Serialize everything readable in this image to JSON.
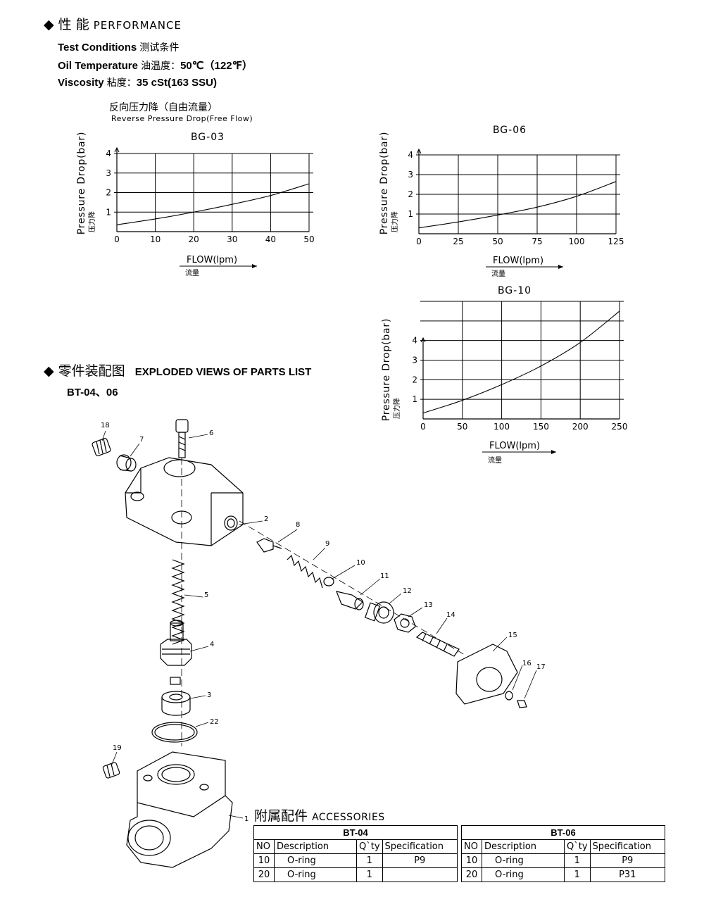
{
  "performance": {
    "title_cn": "性  能",
    "title_en": "PERFORMANCE",
    "test_conditions_en": "Test Conditions",
    "test_conditions_cn": "测试条件",
    "oil_temp_en": "Oil Temperature",
    "oil_temp_cn": "油温度：",
    "oil_temp_value": "50℃（122℉）",
    "viscosity_en": "Viscosity",
    "viscosity_cn": "粘度：",
    "viscosity_value": "35 cSt(163 SSU)",
    "chart_caption_cn": "反向压力降（自由流量）",
    "chart_caption_en": "Reverse Pressure Drop(Free Flow)"
  },
  "exploded": {
    "title_cn": "零件装配图",
    "title_en": "EXPLODED VIEWS OF PARTS LIST",
    "model": "BT-04、06",
    "callouts": [
      "18",
      "7",
      "6",
      "2",
      "8",
      "9",
      "10",
      "11",
      "12",
      "13",
      "14",
      "15",
      "16",
      "17",
      "5",
      "4",
      "3",
      "22",
      "19",
      "1"
    ]
  },
  "accessories": {
    "title_cn": "附属配件",
    "title_en": "ACCESSORIES",
    "headers": [
      "NO",
      "Description",
      "Q`ty",
      "Specification"
    ],
    "tables": [
      {
        "model": "BT-04",
        "rows": [
          [
            "10",
            "O-ring",
            "1",
            "P9"
          ],
          [
            "20",
            "O-ring",
            "1",
            ""
          ]
        ]
      },
      {
        "model": "BT-06",
        "rows": [
          [
            "10",
            "O-ring",
            "1",
            "P9"
          ],
          [
            "20",
            "O-ring",
            "1",
            "P31"
          ]
        ]
      }
    ]
  },
  "chart_data": [
    {
      "type": "line",
      "title": "BG-03",
      "xlabel": "FLOW(lpm)",
      "xlabel_cn": "流量",
      "ylabel": "Pressure  Drop(bar)",
      "ylabel_cn": "压力降",
      "xlim": [
        0,
        50
      ],
      "ylim": [
        0,
        4
      ],
      "xticks": [
        0,
        10,
        20,
        30,
        40,
        50
      ],
      "yticks": [
        1,
        2,
        3,
        4
      ],
      "grid": true,
      "x": [
        0,
        10,
        20,
        30,
        40,
        50
      ],
      "y": [
        0.35,
        0.65,
        1.0,
        1.4,
        1.85,
        2.45
      ]
    },
    {
      "type": "line",
      "title": "BG-06",
      "xlabel": "FLOW(lpm)",
      "xlabel_cn": "流量",
      "ylabel": "Pressure  Drop(bar)",
      "ylabel_cn": "压力降",
      "xlim": [
        0,
        125
      ],
      "ylim": [
        0,
        4
      ],
      "xticks": [
        0,
        25,
        50,
        75,
        100,
        125
      ],
      "yticks": [
        1,
        2,
        3,
        4
      ],
      "grid": true,
      "x": [
        0,
        25,
        50,
        75,
        100,
        125
      ],
      "y": [
        0.3,
        0.6,
        0.95,
        1.35,
        1.9,
        2.65
      ]
    },
    {
      "type": "line",
      "title": "BG-10",
      "xlabel": "FLOW(lpm)",
      "xlabel_cn": "流量",
      "ylabel": "Pressure  Drop(bar)",
      "ylabel_cn": "压力降",
      "xlim": [
        0,
        250
      ],
      "ylim": [
        0,
        6
      ],
      "xticks": [
        0,
        50,
        100,
        150,
        200,
        250
      ],
      "yticks": [
        1,
        2,
        3,
        4
      ],
      "grid": true,
      "x": [
        0,
        50,
        100,
        150,
        200,
        250
      ],
      "y": [
        0.3,
        0.95,
        1.75,
        2.7,
        3.9,
        5.5
      ]
    }
  ]
}
